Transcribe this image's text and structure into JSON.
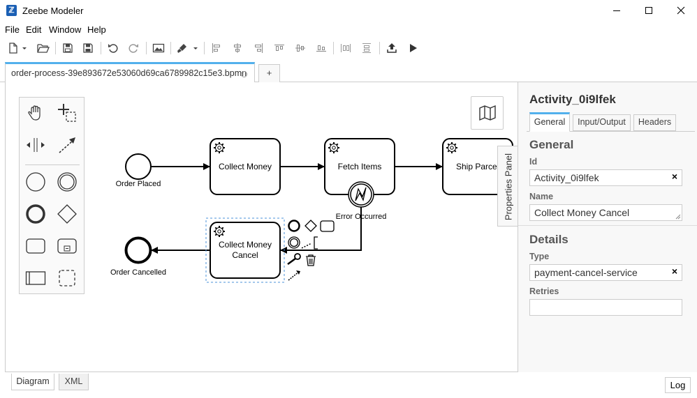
{
  "window": {
    "title": "Zeebe Modeler"
  },
  "menu": {
    "items": [
      "File",
      "Edit",
      "Window",
      "Help"
    ]
  },
  "toolbar": {
    "icons": [
      "new-file-icon",
      "open-folder-icon",
      "save-icon",
      "save-as-icon",
      "undo-icon",
      "redo-icon",
      "export-image-icon",
      "color-brush-icon",
      "align-left-icon",
      "align-center-icon",
      "align-right-icon",
      "align-top-icon",
      "align-middle-icon",
      "align-bottom-icon",
      "distribute-horizontal-icon",
      "distribute-vertical-icon",
      "deploy-icon",
      "start-instance-icon"
    ]
  },
  "tabs": {
    "file_tab": "order-process-39e893672e53060d69ca6789982c15e3.bpmn",
    "add_tab": "+"
  },
  "diagram": {
    "start_event": "Order Placed",
    "task_collect_money": "Collect Money",
    "task_fetch_items": "Fetch Items",
    "task_ship_parcel": "Ship Parcel",
    "boundary_event": "Error Occurred",
    "task_cancel_line1": "Collect Money",
    "task_cancel_line2": "Cancel",
    "end_event": "Order Cancelled"
  },
  "properties": {
    "toggle_label": "Properties Panel",
    "element_id_title": "Activity_0i9lfek",
    "tabs": [
      "General",
      "Input/Output",
      "Headers"
    ],
    "active_tab": "General",
    "general_group": "General",
    "id_label": "Id",
    "id_value": "Activity_0i9lfek",
    "name_label": "Name",
    "name_value": "Collect Money Cancel",
    "details_group": "Details",
    "type_label": "Type",
    "type_value": "payment-cancel-service",
    "retries_label": "Retries",
    "retries_value": ""
  },
  "bottom": {
    "tabs": [
      "Diagram",
      "XML"
    ],
    "log_button": "Log"
  },
  "colors": {
    "accent": "#52b0ec",
    "selection": "#4a90d9",
    "stroke": "#000000"
  }
}
